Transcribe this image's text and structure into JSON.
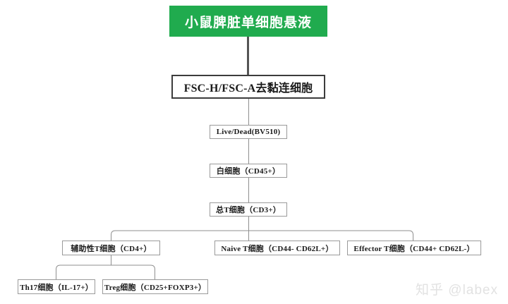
{
  "diagram": {
    "title_node": {
      "label": "小鼠脾脏单细胞悬液"
    },
    "gating_node": {
      "label": "FSC-H/FSC-A去黏连细胞"
    },
    "chain": [
      {
        "label": "Live/Dead(BV510)"
      },
      {
        "label": "白细胞（CD45+）"
      },
      {
        "label": "总T细胞（CD3+）"
      }
    ],
    "branches": [
      {
        "label": "辅助性T细胞（CD4+）"
      },
      {
        "label": "Naive T细胞（CD44- CD62L+）"
      },
      {
        "label": "Effector T细胞（CD44+ CD62L-）"
      }
    ],
    "subbranches": [
      {
        "label": "Th17细胞（IL-17+）"
      },
      {
        "label": "Treg细胞（CD25+FOXP3+）"
      }
    ],
    "colors": {
      "root_fill": "#20ab4e",
      "root_text": "#ffffff",
      "box_border": "#9a9a9a",
      "strong_border": "#3c3c3c",
      "connector_thick": "#555555",
      "connector_thin": "#8f8f8f",
      "watermark": "#e2e2e2"
    }
  },
  "watermark": {
    "text": "知乎 @labex"
  }
}
